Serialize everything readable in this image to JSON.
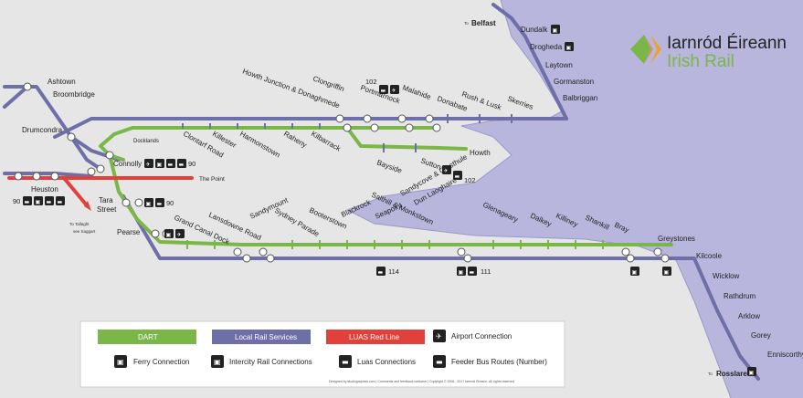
{
  "brand": {
    "line1": "Iarnród Éireann",
    "line2": "Irish Rail"
  },
  "colors": {
    "dart": "#7ab648",
    "local": "#6e6ea8",
    "luas": "#e0413a",
    "sea": "#b8b6dc",
    "land": "#e6e6e6"
  },
  "stations": {
    "ashtown": "Ashtown",
    "broombridge": "Broombridge",
    "drumcondra": "Drumcondra",
    "connolly": "Connolly",
    "heuston": "Heuston",
    "tara": "Tara",
    "street": "Street",
    "pearse": "Pearse",
    "docklands": "Docklands",
    "thepoint": "The Point",
    "clontarf": "Clontarf Road",
    "killester": "Killester",
    "harmonstown": "Harmonstown",
    "raheny": "Raheny",
    "kilbarrack": "Kilbarrack",
    "howthjunction": "Howth Junction & Donaghmede",
    "clongriffin": "Clongriffin",
    "portmarnock": "Portmarnock",
    "malahide": "Malahide",
    "donabate": "Donabate",
    "rushlusk": "Rush & Lusk",
    "skerries": "Skerries",
    "bayside": "Bayside",
    "sutton": "Sutton",
    "howth": "Howth",
    "grandcanal": "Grand Canal Dock",
    "lansdowne": "Lansdowne Road",
    "sandymount": "Sandymount",
    "sydney": "Sydney Parade",
    "booterstown": "Booterstown",
    "blackrock": "Blackrock",
    "seapoint": "Seapoint",
    "salthill": "Salthill & Monkstown",
    "sandycove": "Sandycove & Glasthule",
    "dunlaoghaire": "Dun Laoghaire",
    "glenageary": "Glenageary",
    "dalkey": "Dalkey",
    "killiney": "Killiney",
    "shankill": "Shankill",
    "bray": "Bray",
    "greystones": "Greystones",
    "kilcoole": "Kilcoole",
    "wicklow": "Wicklow",
    "rathdrum": "Rathdrum",
    "arklow": "Arklow",
    "gorey": "Gorey",
    "enniscorthy": "Enniscorthy",
    "rosslare": "Rosslare",
    "dundalk": "Dundalk",
    "drogheda": "Drogheda",
    "laytown": "Laytown",
    "gormanston": "Gormanston",
    "balbriggan": "Balbriggan",
    "belfast": "Belfast",
    "tallaght": "Tallaght",
    "saggart": "see Saggart"
  },
  "routes": {
    "to": "To",
    "n90a": "90",
    "n90b": "90",
    "n90c": "90",
    "n102a": "102",
    "n102b": "102",
    "n114": "114",
    "n111": "111"
  },
  "legend": {
    "dart": "DART",
    "local": "Local Rail Services",
    "luas": "LUAS Red Line",
    "airport": "Airport Connection",
    "ferry": "Ferry Connection",
    "intercity": "Intercity Rail Connections",
    "luas_conn": "Luas Connections",
    "feeder": "Feeder Bus Routes (Number)"
  },
  "footer": "Designed by studiographics.com | Comments and feedback welcome | Copyright © 2006 - 2017 Iarnród Éireann. All rights reserved"
}
